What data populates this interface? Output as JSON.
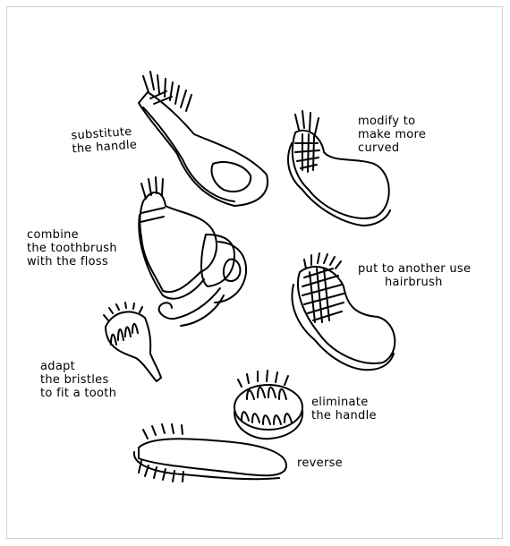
{
  "sketches": [
    {
      "id": "substitute",
      "lines": [
        "substitute",
        "the handle"
      ]
    },
    {
      "id": "modify",
      "lines": [
        "modify to",
        "make more",
        "curved"
      ]
    },
    {
      "id": "combine",
      "lines": [
        "combine",
        "the toothbrush",
        "with the floss"
      ]
    },
    {
      "id": "put-to-another-use",
      "lines": [
        "put to another use",
        "hairbrush"
      ]
    },
    {
      "id": "adapt",
      "lines": [
        "adapt",
        "the bristles",
        "to fit a tooth"
      ]
    },
    {
      "id": "eliminate",
      "lines": [
        "eliminate",
        "the handle"
      ]
    },
    {
      "id": "reverse",
      "lines": [
        "reverse"
      ]
    }
  ],
  "colors": {
    "ink": "#000000",
    "background": "#ffffff",
    "border": "#cccccc"
  }
}
